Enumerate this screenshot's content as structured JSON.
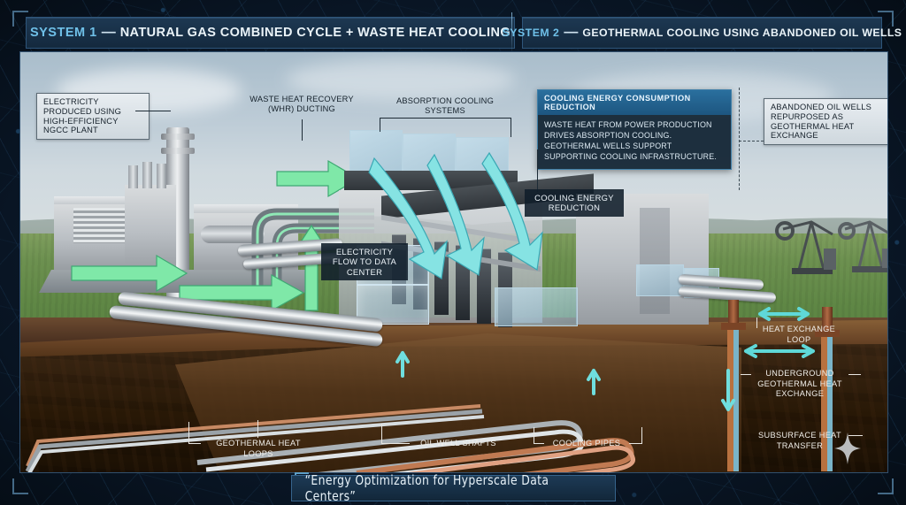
{
  "headers": [
    {
      "system": "SYSTEM 1",
      "dash": "—",
      "name": "NATURAL GAS COMBINED CYCLE + WASTE HEAT COOLING"
    },
    {
      "system": "SYSTEM 2",
      "dash": "—",
      "name": "GEOTHERMAL COOLING USING ABANDONED OIL WELLS"
    }
  ],
  "callouts": {
    "ngcc": "ELECTRICITY PRODUCED USING HIGH-EFFICIENCY NGCC PLANT",
    "whr": "WASTE HEAT RECOVERY (WHR) DUCTING",
    "absorption": "ABSORPTION COOLING SYSTEMS",
    "abandoned_wells": "ABANDONED OIL WELLS REPURPOSED AS GEOTHERMAL HEAT EXCHANGE"
  },
  "highlight": {
    "title": "COOLING ENERGY CONSUMPTION REDUCTION",
    "body": "WASTE HEAT FROM POWER PRODUCTION DRIVES ABSORPTION COOLING. GEOTHERMAL WELLS SUPPORT SUPPORTING COOLING INFRASTRUCTURE."
  },
  "dark_labels": {
    "cooling_reduction": "COOLING ENERGY REDUCTION",
    "electricity_flow": "ELECTRICITY FLOW TO DATA CENTER"
  },
  "underground_labels": {
    "geothermal_loops": "GEOTHERMAL HEAT LOOPS",
    "oil_well_shafts": "OIL WELL SHAFTS",
    "cooling_pipes": "COOLING PIPES",
    "heat_exchange_loop": "HEAT EXCHANGE LOOP",
    "underground_geothermal": "UNDERGROUND GEOTHERMAL HEAT EXCHANGE",
    "subsurface_heat": "SUBSURFACE HEAT TRANSFER"
  },
  "footer_title": "“Energy Optimization for Hyperscale Data Centers”",
  "colors": {
    "accent_blue": "#6fc0e8",
    "panel_navy": "#14293e",
    "header_border": "#2e557a",
    "arrow_green": "#6de49a",
    "arrow_cyan": "#7fe0e0",
    "grass": "#6d9150",
    "soil": "#3b2714",
    "copper_pipe": "#c8805c",
    "steel_pipe": "#dfe4e7",
    "highlight_title_bg": "#2a6f9e"
  }
}
